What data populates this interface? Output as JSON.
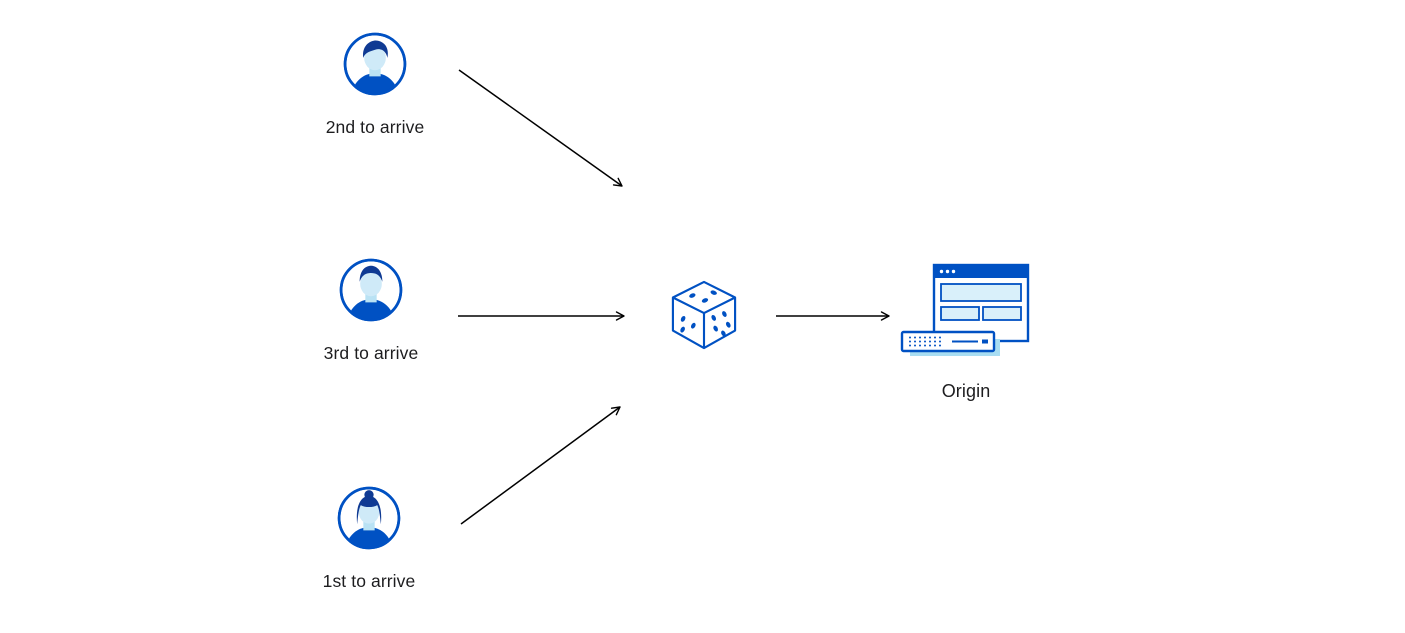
{
  "diagram": {
    "clients": [
      {
        "id": "client-second",
        "label": "2nd to arrive",
        "avatar_icon": "person-avatar-male-swoop"
      },
      {
        "id": "client-third",
        "label": "3rd to arrive",
        "avatar_icon": "person-avatar-male-short"
      },
      {
        "id": "client-first",
        "label": "1st to arrive",
        "avatar_icon": "person-avatar-female-bun"
      }
    ],
    "random_selector": {
      "icon": "dice-icon"
    },
    "origin": {
      "label": "Origin",
      "icon": "origin-server-icon"
    },
    "colors": {
      "primary_blue": "#0051c3",
      "dark_blue": "#0f3a93",
      "light_blue_fill": "#d9f0fa",
      "face_fill": "#cfeaf8",
      "shadow_blue": "#a8ddf2",
      "arrow_black": "#000000",
      "background": "#ffffff",
      "label_text": "#1d1d1f"
    }
  }
}
